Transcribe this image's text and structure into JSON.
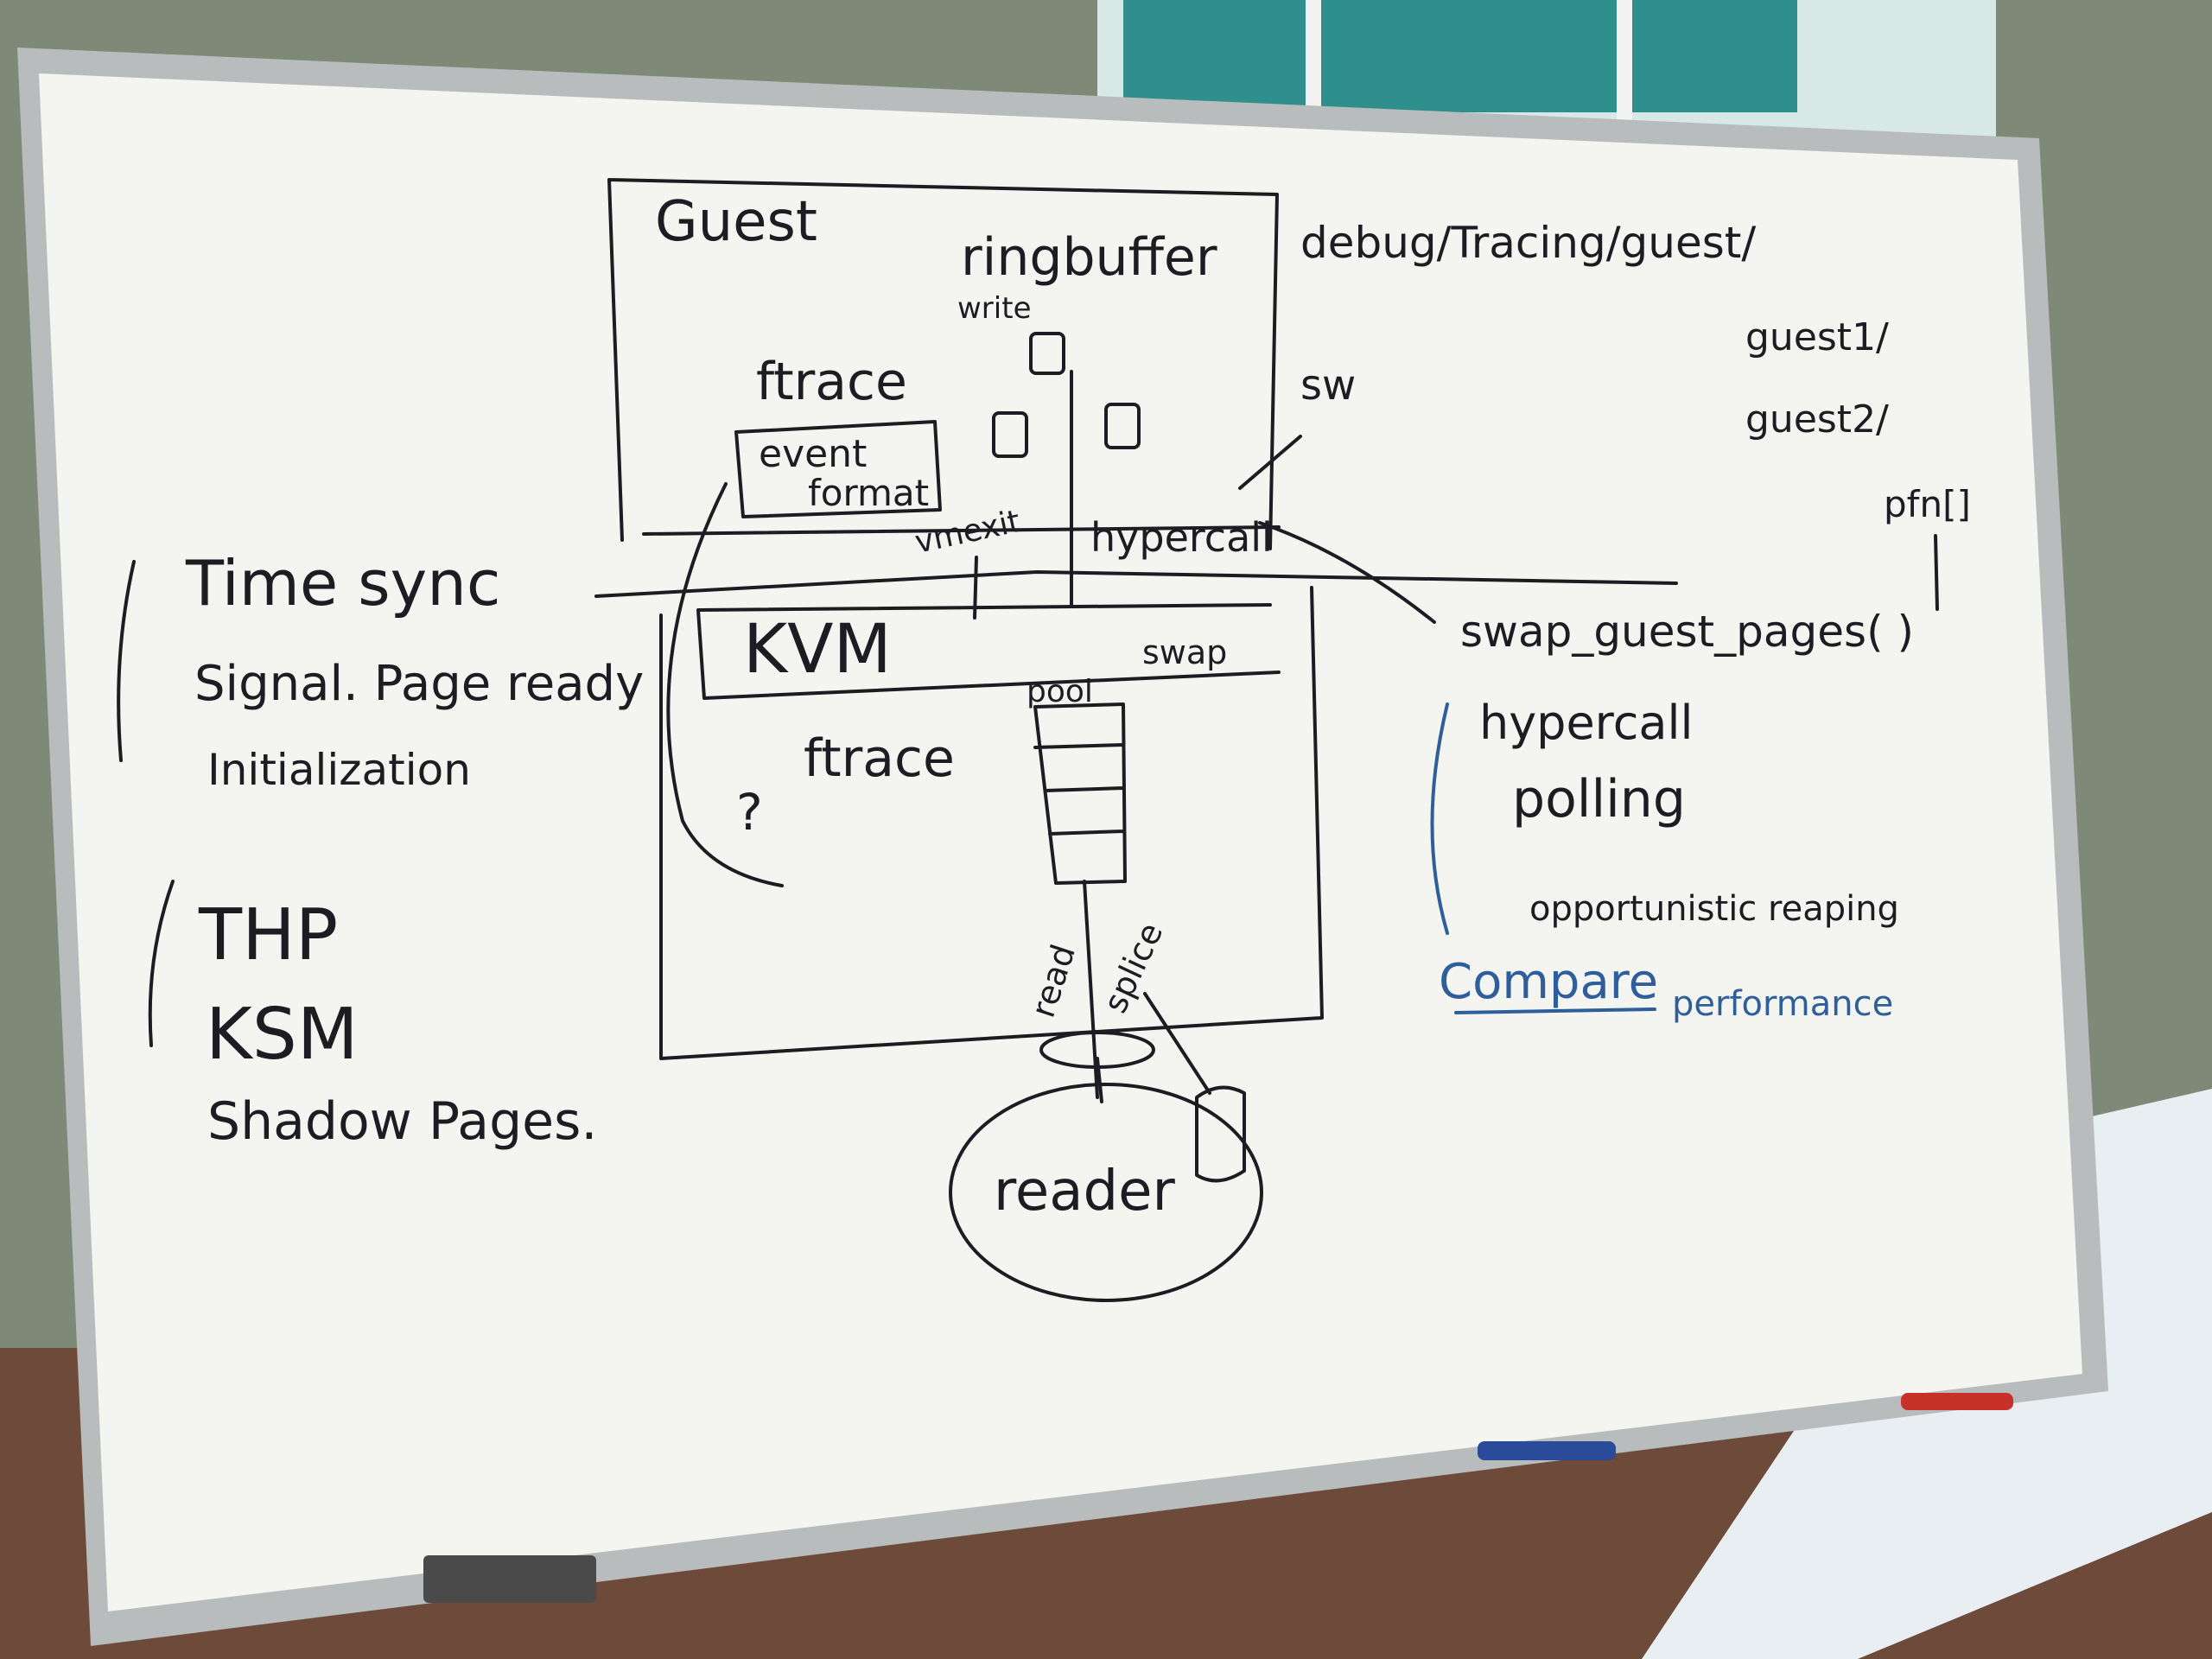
{
  "board": {
    "guest_label": "Guest",
    "ringbuffer_label": "ringbuffer",
    "write_label": "write",
    "ftrace_guest_label": "ftrace",
    "event_format_line1": "event",
    "event_format_line2": "format",
    "debug_path": "debug/Tracing/guest/",
    "sw_label": "sw",
    "vmexit_label": "vmexit",
    "hypercall_top_label": "hypercall",
    "guest1_label": "guest1/",
    "guest2_label": "guest2/",
    "pfn_label": "pfn[]",
    "kvm_label": "KVM",
    "swap_label": "swap",
    "pool_label": "pool",
    "ftrace_host_label": "ftrace",
    "question_mark": "?",
    "read_label": "read",
    "splice_label": "splice",
    "reader_label": "reader",
    "swap_guest_pages": "swap_guest_pages( )",
    "left_list": [
      "Time sync",
      "Signal. Page ready",
      "Initialization"
    ],
    "left_list2": [
      "THP",
      "KSM",
      "Shadow Pages."
    ],
    "right_list": [
      "hypercall",
      "polling",
      "opportunistic reaping"
    ],
    "compare_word": "Compare",
    "performance_word": "performance"
  }
}
